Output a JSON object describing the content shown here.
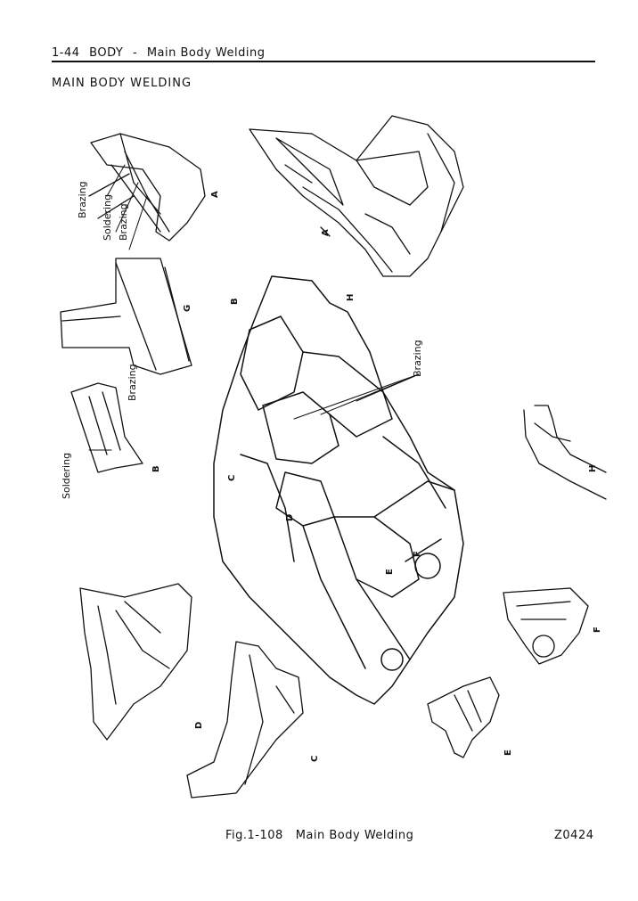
{
  "header": {
    "page_number": "1-44",
    "section": "BODY",
    "separator": "-",
    "subsection": "Main Body Welding"
  },
  "title": "MAIN BODY WELDING",
  "figure": {
    "labels": {
      "brazing": "Brazing",
      "soldering": "Soldering"
    },
    "detail_letters": [
      "A",
      "B",
      "C",
      "D",
      "E",
      "F",
      "G",
      "H"
    ]
  },
  "caption": {
    "fig_number": "Fig.1-108",
    "text": "Main Body Welding"
  },
  "code": "Z0424"
}
